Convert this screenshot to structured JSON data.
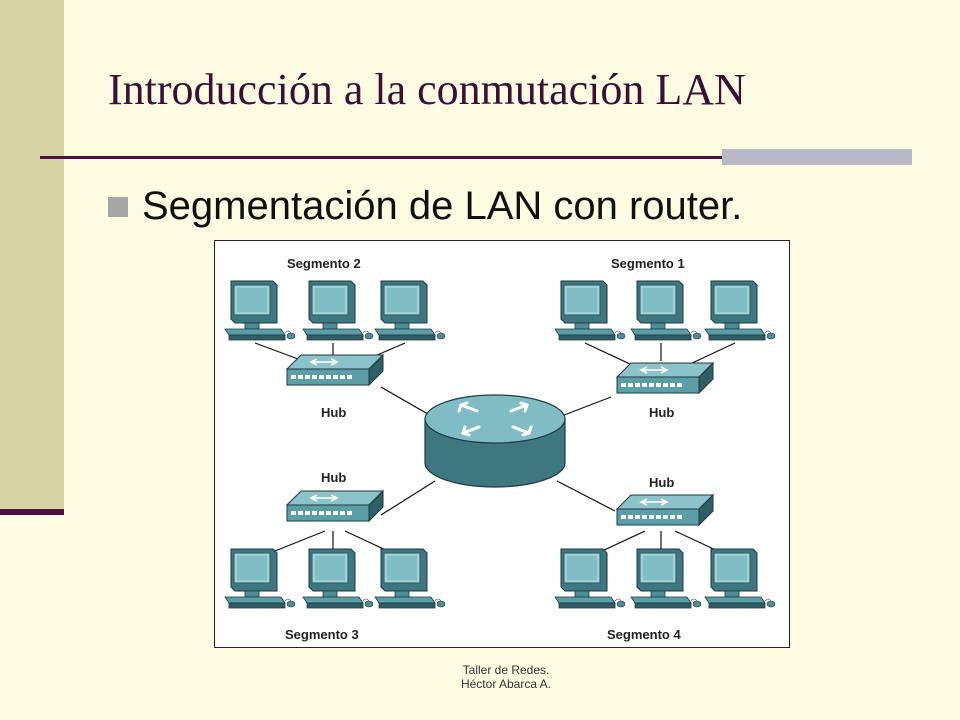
{
  "slide": {
    "title": "Introducción a la conmutación LAN",
    "bullet": "Segmentación de LAN con router.",
    "footer_line1": "Taller de Redes.",
    "footer_line2": "Héctor Abarca A."
  },
  "diagram": {
    "segments": {
      "top_left": "Segmento 2",
      "top_right": "Segmento 1",
      "bottom_left": "Segmento 3",
      "bottom_right": "Segmento 4"
    },
    "hub_label": "Hub",
    "icons": [
      "computer-icon",
      "hub-icon",
      "router-icon"
    ]
  },
  "colors": {
    "background": "#fdfbe0",
    "left_bar": "#d5d2a3",
    "accent": "#4a1140",
    "device": "#5b9ea8"
  }
}
